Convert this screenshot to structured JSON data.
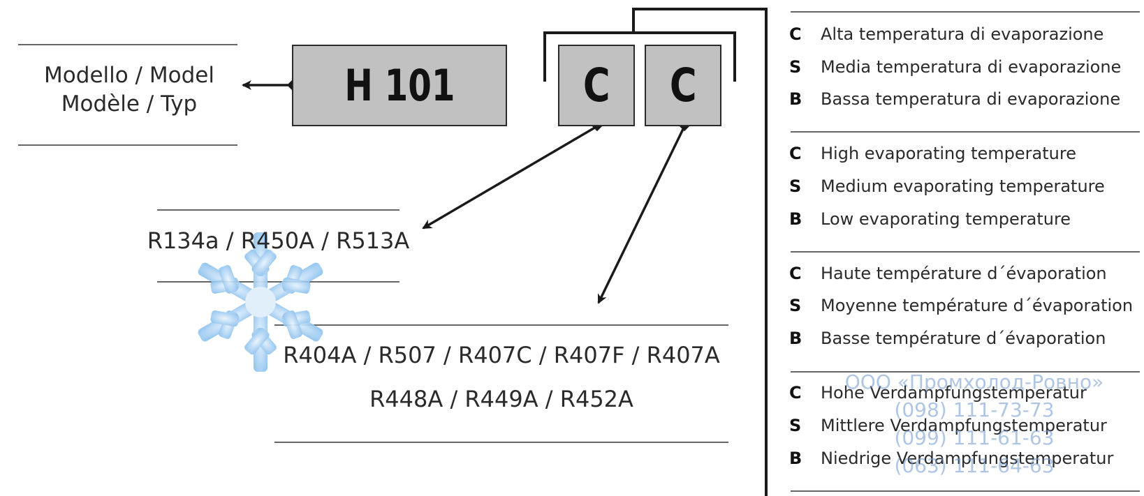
{
  "model_section": {
    "label_line1": "Modello / Model",
    "label_line2": "Modèle / Typ",
    "model_code": "H 101"
  },
  "code_letters": [
    "C",
    "C"
  ],
  "refrigerants": {
    "group1": "R134a / R450A / R513A",
    "group2_line1": "R404A / R507 / R407C / R407F / R407A",
    "group2_line2": "R448A / R449A / R452A"
  },
  "legend": {
    "italian": [
      {
        "code": "C",
        "text": "Alta temperatura di evaporazione"
      },
      {
        "code": "S",
        "text": "Media temperatura di evaporazione"
      },
      {
        "code": "B",
        "text": "Bassa temperatura di evaporazione"
      }
    ],
    "english": [
      {
        "code": "C",
        "text": "High evaporating temperature"
      },
      {
        "code": "S",
        "text": "Medium evaporating temperature"
      },
      {
        "code": "B",
        "text": "Low evaporating temperature"
      }
    ],
    "french": [
      {
        "code": "C",
        "text": "Haute température d´évaporation"
      },
      {
        "code": "S",
        "text": "Moyenne température d´évaporation"
      },
      {
        "code": "B",
        "text": "Basse température d´évaporation"
      }
    ],
    "german": [
      {
        "code": "C",
        "text": "Hohe Verdampfungstemperatur"
      },
      {
        "code": "S",
        "text": "Mittlere Verdampfungstemperatur"
      },
      {
        "code": "B",
        "text": "Niedrige Verdampfungstemperatur"
      }
    ]
  },
  "watermark": {
    "company": "ООО «Промхолод-Ровно»",
    "phone1": "(098) 111-73-73",
    "phone2": "(099) 111-61-63",
    "phone3": "(063) 111-64-63"
  },
  "colors": {
    "box_fill": "#c1c1c1",
    "line": "#1a1a1a",
    "snowflake": "#8fc3ef",
    "watermark": "#6e96cd"
  },
  "icons": [
    "snowflake-icon",
    "arrow-icon"
  ]
}
